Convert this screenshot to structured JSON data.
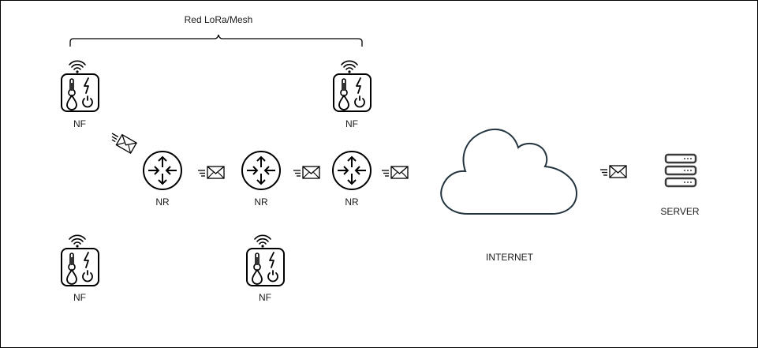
{
  "diagram": {
    "group_label": "Red LoRa/Mesh",
    "internet_label": "INTERNET",
    "server_label": "SERVER",
    "sensor_nodes": [
      {
        "label": "NF"
      },
      {
        "label": "NF"
      },
      {
        "label": "NF"
      },
      {
        "label": "NF"
      }
    ],
    "router_nodes": [
      {
        "label": "NR"
      },
      {
        "label": "NR"
      },
      {
        "label": "NR"
      }
    ],
    "icons": {
      "sensor": "iot-sensor-icon",
      "router": "router-icon",
      "message": "envelope-message-icon",
      "cloud": "cloud-icon",
      "server": "server-icon",
      "wifi": "wifi-icon"
    },
    "colors": {
      "stroke": "#000000",
      "cloud_stroke": "#23343f",
      "server_fill": "#3b3b3b"
    }
  }
}
